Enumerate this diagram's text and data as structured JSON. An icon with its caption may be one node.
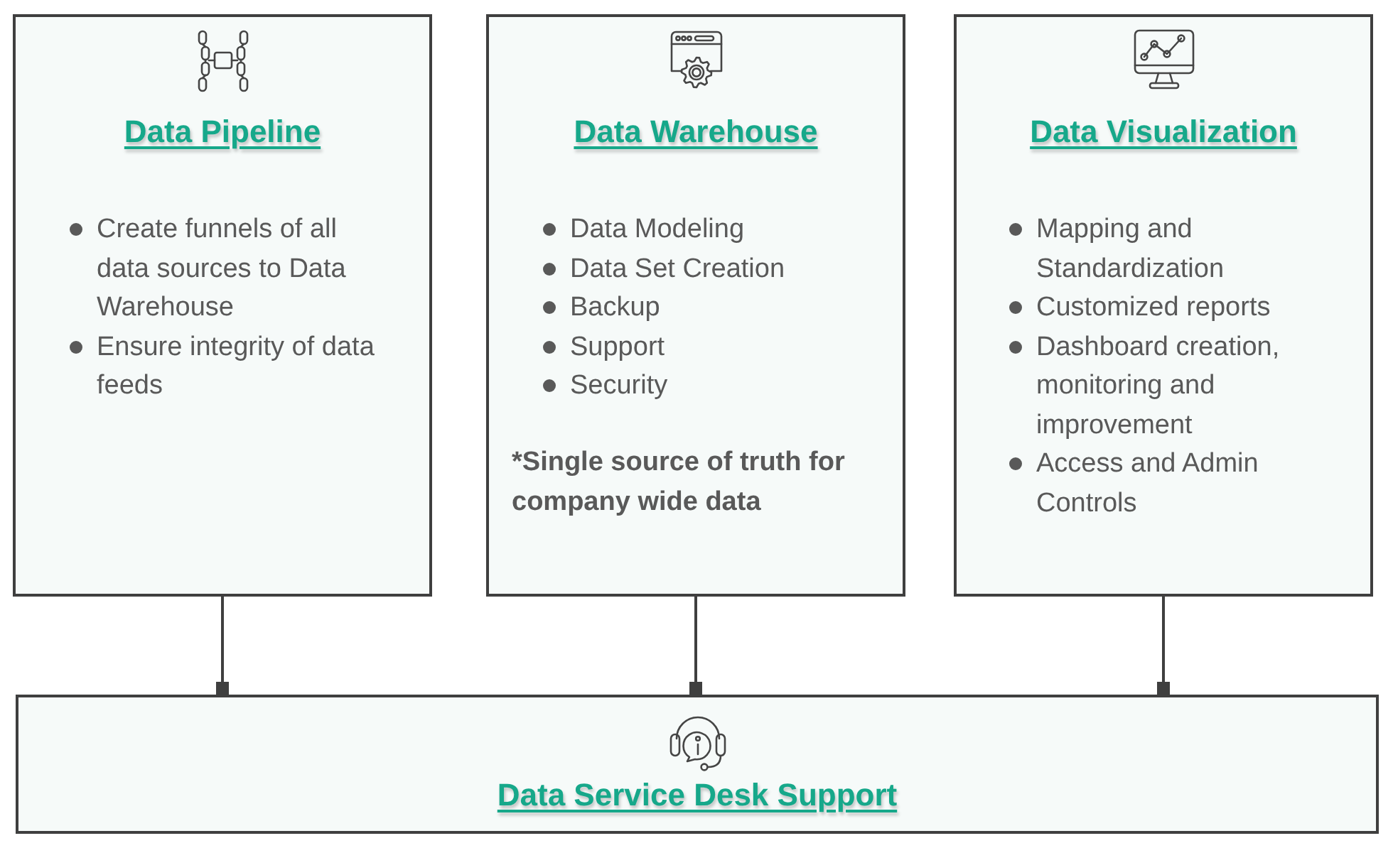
{
  "diagram": {
    "nodes": [
      {
        "text": [
          "Data Pipeline",
          "Create funnels of all data sources to Data Warehouse",
          "Ensure integrity of data feeds"
        ]
      },
      {
        "text": [
          "Data Warehouse",
          "Data Modeling",
          "Data Set Creation",
          "Backup",
          "Support",
          "Security",
          "*Single source of truth for company wide data"
        ]
      },
      {
        "text": [
          "Data Visualization",
          "Mapping and Standardization",
          "Customized reports",
          "Dashboard creation, monitoring and improvement",
          "Access and Admin Controls"
        ]
      },
      {
        "text": [
          "Data Service Desk Support"
        ]
      }
    ],
    "edges": [
      {
        "from": 0,
        "to": 3,
        "arrow": "other"
      },
      {
        "from": 1,
        "to": 3,
        "arrow": "other"
      },
      {
        "from": 2,
        "to": 3,
        "arrow": "other"
      }
    ]
  }
}
